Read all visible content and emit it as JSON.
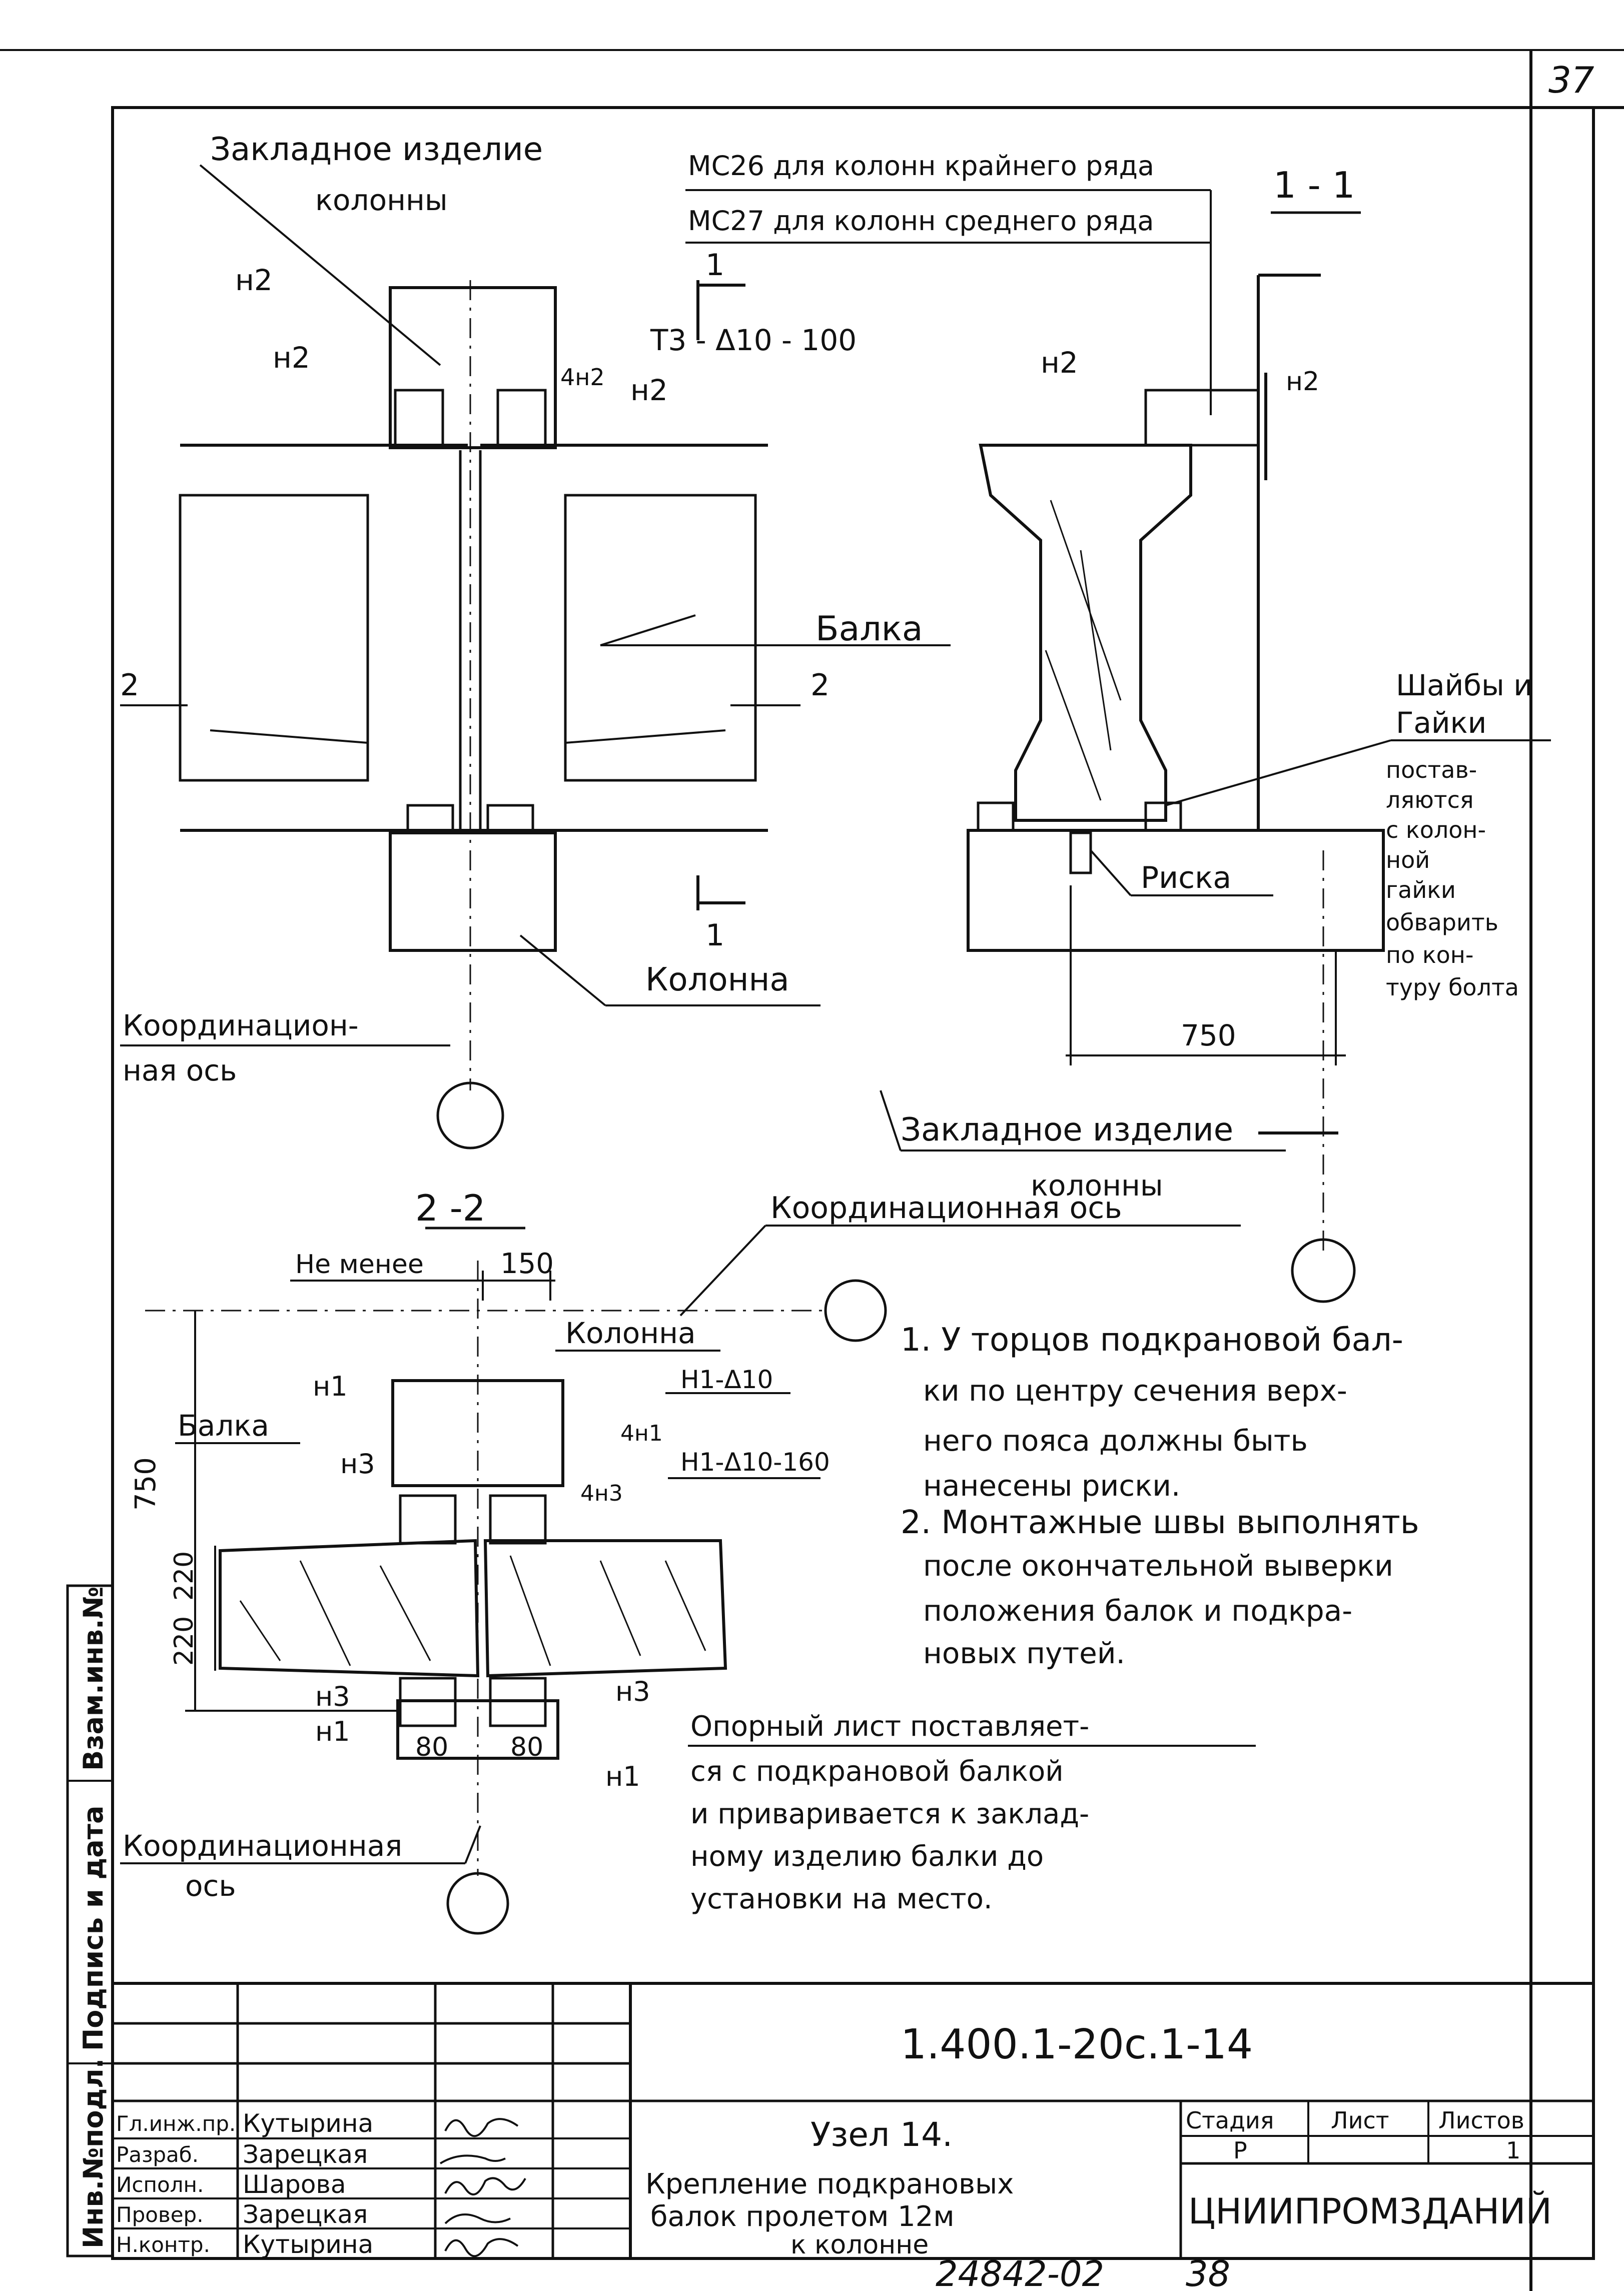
{
  "page_number": "37",
  "left_strip": {
    "vzam_inv": "Взам.инв.№",
    "podpis_data": "Подпись и дата",
    "inv_podl": "Инв.№подл."
  },
  "top_elevation": {
    "embed_title_1": "Закладное изделие",
    "embed_title_2": "колонны",
    "n2_a": "н2",
    "n2_b": "н2",
    "n2_c": "н2",
    "weld_4n2": "4н2",
    "t3_weld": "Т3 - Δ10 - 100",
    "section_mark_1_top": "1",
    "section_mark_1_bottom": "1",
    "section_mark_2_left": "2",
    "section_mark_2_right": "2",
    "beam_label": "Балка",
    "column_label": "Колонна",
    "coord_axis_1": "Координацион-",
    "coord_axis_2": "ная ось"
  },
  "section_1_1": {
    "title": "1 - 1",
    "ms26": "МС26 для колонн крайнего ряда",
    "ms27": "МС27 для колонн среднего ряда",
    "n2": "н2",
    "n2_right": "н2",
    "washers_1": "Шайбы и",
    "washers_2": "Гайки",
    "note_lines": [
      "постав-",
      "ляются",
      "с колон-",
      "ной",
      "гайки",
      "обварить",
      "по кон-",
      "туру болта"
    ],
    "risk": "Риска",
    "dim_750": "750",
    "embed_1": "Закладное изделие",
    "embed_2": "колонны",
    "coord_axis": "Координационная ось"
  },
  "section_2_2": {
    "title": "2 -2",
    "not_less": "Не менее",
    "dim_150": "150",
    "column": "Колонна",
    "beam": "Балка",
    "n1_top": "н1",
    "n3_top": "н3",
    "n1_weld": "Н1-Δ10",
    "n1_weld2": "Н1-Δ10-160",
    "weld_4n1": "4н1",
    "weld_4n3": "4н3",
    "dim_750v": "750",
    "dim_220a": "220",
    "dim_220b": "220",
    "n3_left": "н3",
    "n1_left": "н1",
    "n3_right": "н3",
    "n1_right": "н1",
    "dim_80a": "80",
    "dim_80b": "80",
    "support_1": "Опорный лист поставляет-",
    "support_2": "ся с подкрановой балкой",
    "support_3": "и приваривается к заклад-",
    "support_4": "ному изделию балки до",
    "support_5": "установки на место.",
    "coord_1": "Координационная",
    "coord_2": "ось"
  },
  "notes": {
    "n1_l1": "1. У торцов подкрановой бал-",
    "n1_l2": "ки по центру сечения верх-",
    "n1_l3": "него пояса должны быть",
    "n1_l4": "нанесены риски.",
    "n2_l1": "2. Монтажные швы выполнять",
    "n2_l2": "после окончательной выверки",
    "n2_l3": "положения балок и подкра-",
    "n2_l4": "новых путей."
  },
  "title_block": {
    "doc_code": "1.400.1-20с.1-14",
    "roles": [
      "Гл.инж.пр.",
      "Разраб.",
      "Исполн.",
      "Провер.",
      "Н.контр."
    ],
    "names": [
      "Кутырина",
      "Зарецкая",
      "Шарова",
      "Зарецкая",
      "Кутырина"
    ],
    "title_1": "Узел 14.",
    "title_2": "Крепление подкрановых",
    "title_3": "балок пролетом 12м",
    "title_4": "к колонне",
    "stage_h": "Стадия",
    "sheet_h": "Лист",
    "sheets_h": "Листов",
    "stage_v": "Р",
    "sheet_v": "",
    "sheets_v": "1",
    "org": "ЦНИИПРОМЗДАНИЙ"
  },
  "footer": {
    "archive_no": "24842-02",
    "page": "38"
  }
}
